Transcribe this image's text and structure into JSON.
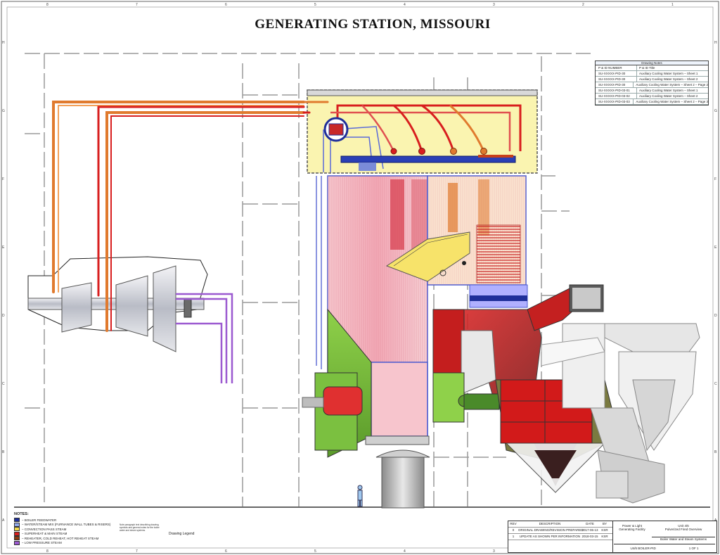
{
  "title": "GENERATING STATION,  MISSOURI",
  "border": {
    "top_numbers": [
      "8",
      "7",
      "6",
      "5",
      "4",
      "3",
      "2",
      "1"
    ],
    "side_letters": [
      "H",
      "G",
      "F",
      "E",
      "D",
      "C",
      "B",
      "A"
    ]
  },
  "drawing_index": {
    "header": "Drawing Notes",
    "col1": "P & ID NUMBER",
    "col2": "P & ID Title",
    "rows": [
      {
        "number": "SU-XXXXX-PID-30",
        "title": "Auxiliary Cooling Water System – Sheet 1"
      },
      {
        "number": "SU-XXXXX-PID-30",
        "title": "Auxiliary Cooling Water System – Sheet 2"
      },
      {
        "number": "SU-XXXXX-PID-30",
        "title": "Auxiliary Cooling Water System – Sheet 2 – Page 2"
      },
      {
        "number": "SU-XXXXX-PID-03-01",
        "title": "Auxiliary Cooling Water System – Sheet 1"
      },
      {
        "number": "SU-XXXXX-PID-03-02",
        "title": "Auxiliary Cooling Water System – Sheet 2"
      },
      {
        "number": "SU-XXXXX-PID-03-03",
        "title": "Auxiliary Cooling Water System – Sheet 2 – Page 3"
      }
    ]
  },
  "notes": {
    "title": "NOTES:",
    "items": [
      {
        "label": "– BOILER FEEDWATER",
        "color": "#1f2f9a"
      },
      {
        "label": "– WATER/STEAM MIX (FURNANCE WALL TUBES & RISERS)",
        "color": "#8fa6e8"
      },
      {
        "label": "– CONVECTION PASS STEAM",
        "color": "#f2d94a"
      },
      {
        "label": "– SUPERHEAT & MAIN STEAM",
        "color": "#d81e1e"
      },
      {
        "label": "– REHEATER, COLD REHEAT, HOT REHEAT STEAM",
        "color": "#8a3a10"
      },
      {
        "label": "– LOW PRESSURE STEAM",
        "color": "#9b59d0"
      }
    ]
  },
  "legend_label": "Drawing Legend",
  "note_paragraph": "Note paragraph text describing drawing symbols and general notes for the boiler water and steam systems.",
  "title_block": {
    "rev_headers": [
      "REV",
      "DESCRIPTION",
      "DATE",
      "BY"
    ],
    "revisions": [
      {
        "rev": "0",
        "desc": "ORIGINAL DRAWING/REVISION PREPARED",
        "date": "2017-06-13",
        "by": "KSR"
      },
      {
        "rev": "1",
        "desc": "UPDATE AS SHOWN PER INFORMATION",
        "date": "2018-03-15",
        "by": "KSR"
      }
    ],
    "company": "Power & Light",
    "company_sub": "Generating Facility",
    "unit": "Unit 4/6",
    "unit_sub": "Pulverized Fired Overview",
    "system_name": "Boiler Water and Steam Systems",
    "drawing_number": "U4/6 BOILER-PID",
    "sheet": "1 OF 1"
  },
  "colors": {
    "feedwater": "#1f2f9a",
    "water_steam": "#8fa6e8",
    "convection": "#f2d94a",
    "superheat": "#d81e1e",
    "reheat": "#e07a2e",
    "low_pressure": "#9b59d0",
    "furnace": "#f5b6c0",
    "green_section": "#7fbf3a",
    "yellow_section": "#f8f3a8"
  }
}
